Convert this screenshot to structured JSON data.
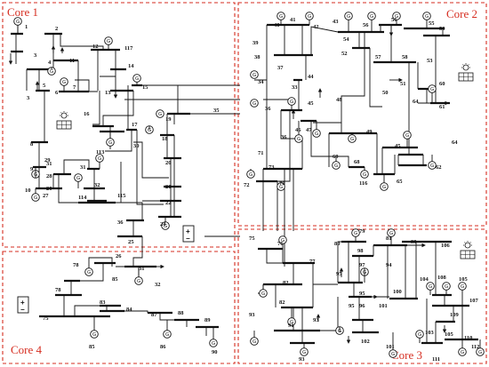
{
  "colors": {
    "core_border": "#d62d20",
    "line": "#111111",
    "background": "#ffffff"
  },
  "cores": [
    {
      "label": "Core 1"
    },
    {
      "label": "Core 2"
    },
    {
      "label": "Core 3"
    },
    {
      "label": "Core 4"
    }
  ],
  "generator_symbol": "G",
  "battery_symbol": {
    "plus": "+",
    "minus": "−"
  },
  "icons": [
    "generator-icon",
    "battery-icon",
    "solar-panel-icon",
    "sun-icon",
    "load-arrow-icon"
  ],
  "buses": {
    "b1": "1",
    "b2": "2",
    "b3": "3",
    "b3b": "3",
    "b4": "4",
    "b5": "5",
    "b6": "6",
    "b7": "7",
    "b8": "8",
    "b9": "9",
    "b10": "10",
    "b11": "11",
    "b12": "12",
    "b13": "13",
    "b14": "14",
    "b15": "15",
    "b16": "16",
    "b17": "17",
    "b18": "18",
    "b19": "19",
    "b20": "20",
    "b20b": "20",
    "b21": "21",
    "b22": "22",
    "b24": "24",
    "b25": "25",
    "b26": "26",
    "b27": "27",
    "b28": "28",
    "b29": "29",
    "b30": "30",
    "b31": "31",
    "b31b": "31",
    "b31c": "31",
    "b32": "32",
    "b32b": "32",
    "b33": "33",
    "b34": "34",
    "b35": "35",
    "b36": "36",
    "b36b": "36",
    "b36c": "36",
    "b37": "37",
    "b38": "38",
    "b39": "39",
    "b40": "40",
    "b41": "41",
    "b42": "42",
    "b43": "43",
    "b44": "44",
    "b45": "45",
    "b45b": "45",
    "b46": "46",
    "b47": "47",
    "b48": "48",
    "b49": "49",
    "b50": "50",
    "b51": "51",
    "b52": "52",
    "b53": "53",
    "b54": "54",
    "b55": "55",
    "b56": "56",
    "b56b": "56",
    "b57": "57",
    "b58": "58",
    "b59": "59",
    "b60": "60",
    "b61": "61",
    "b62": "62",
    "b64": "64",
    "b64b": "64",
    "b65": "65",
    "b68": "68",
    "b69": "69",
    "b70": "70",
    "b71": "71",
    "b72": "72",
    "b73": "73",
    "b75": "75",
    "b75b": "75",
    "b76": "76",
    "b77": "77",
    "b78": "78",
    "b78b": "78",
    "b79": "79",
    "b80": "80",
    "b81": "81",
    "b82": "82",
    "b82b": "82",
    "b83": "83",
    "b84": "84",
    "b85": "85",
    "b85b": "85",
    "b86": "86",
    "b87": "87",
    "b88": "88",
    "b89": "89",
    "b90": "90",
    "b91": "91",
    "b93": "93",
    "b93b": "93",
    "b93c": "93",
    "b94": "94",
    "b95": "95",
    "b95b": "95",
    "b95c": "95",
    "b96": "96",
    "b97": "97",
    "b98": "98",
    "b99": "99",
    "b100": "100",
    "b101": "101",
    "b101b": "101",
    "b102": "102",
    "b103": "103",
    "b104": "104",
    "b105": "105",
    "b105b": "105",
    "b106": "106",
    "b107": "107",
    "b108": "108",
    "b109": "109",
    "b110": "110",
    "b111": "111",
    "b112": "112",
    "b113": "113",
    "b114": "114",
    "b115": "115",
    "b116": "116",
    "b117": "117"
  }
}
